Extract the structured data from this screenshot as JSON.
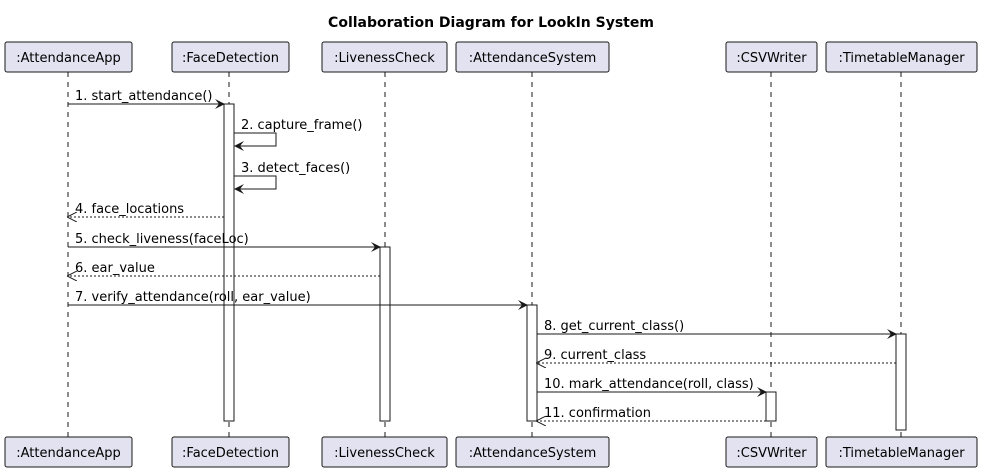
{
  "diagram": {
    "title": "Collaboration Diagram for LookIn System",
    "participants": [
      {
        "id": "app",
        "label": ":AttendanceApp"
      },
      {
        "id": "face",
        "label": ":FaceDetection"
      },
      {
        "id": "live",
        "label": ":LivenessCheck"
      },
      {
        "id": "sys",
        "label": ":AttendanceSystem"
      },
      {
        "id": "csv",
        "label": ":CSVWriter"
      },
      {
        "id": "tt",
        "label": ":TimetableManager"
      }
    ],
    "messages": [
      {
        "from": "app",
        "to": "face",
        "label": "1. start_attendance()",
        "kind": "sync"
      },
      {
        "from": "face",
        "to": "face",
        "label": "2. capture_frame()",
        "kind": "self"
      },
      {
        "from": "face",
        "to": "face",
        "label": "3. detect_faces()",
        "kind": "self"
      },
      {
        "from": "face",
        "to": "app",
        "label": "4. face_locations",
        "kind": "return"
      },
      {
        "from": "app",
        "to": "live",
        "label": "5. check_liveness(faceLoc)",
        "kind": "sync"
      },
      {
        "from": "live",
        "to": "app",
        "label": "6. ear_value",
        "kind": "return"
      },
      {
        "from": "app",
        "to": "sys",
        "label": "7. verify_attendance(roll, ear_value)",
        "kind": "sync"
      },
      {
        "from": "sys",
        "to": "tt",
        "label": "8. get_current_class()",
        "kind": "sync"
      },
      {
        "from": "tt",
        "to": "sys",
        "label": "9. current_class",
        "kind": "return"
      },
      {
        "from": "sys",
        "to": "csv",
        "label": "10. mark_attendance(roll, class)",
        "kind": "sync"
      },
      {
        "from": "csv",
        "to": "sys",
        "label": "11. confirmation",
        "kind": "return"
      }
    ]
  }
}
